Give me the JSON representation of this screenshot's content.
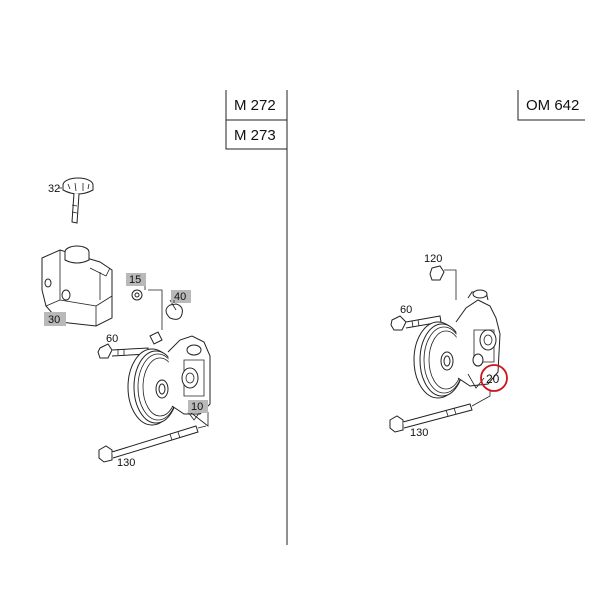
{
  "models_left": [
    "M 272",
    "M 273"
  ],
  "model_right": "OM 642",
  "left": {
    "cap_label": "32",
    "tank_label": "30",
    "washer_label": "15",
    "clip_label": "40",
    "bolt_upper_label": "60",
    "pump_label": "10",
    "bolt_lower_label": "130"
  },
  "right": {
    "nut_label": "120",
    "bolt_upper_label": "60",
    "pump_label": "20",
    "bolt_lower_label": "130"
  },
  "colors": {
    "line": "#222222",
    "tag_fill": "#b9b9b9",
    "highlight": "#d0131b"
  }
}
